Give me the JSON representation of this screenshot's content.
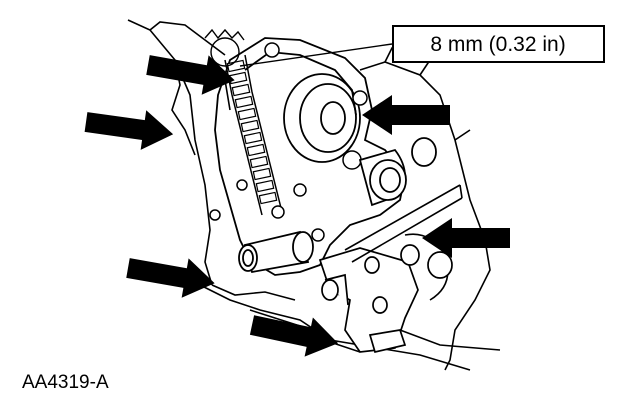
{
  "callout": {
    "dimension_text": "8 mm (0.32 in)"
  },
  "figure": {
    "id": "AA4319-A"
  },
  "indicators": {
    "arrow_count": 6,
    "icon": "arrow-icon",
    "color": "#000000"
  },
  "colors": {
    "line": "#000000",
    "background": "#ffffff"
  }
}
